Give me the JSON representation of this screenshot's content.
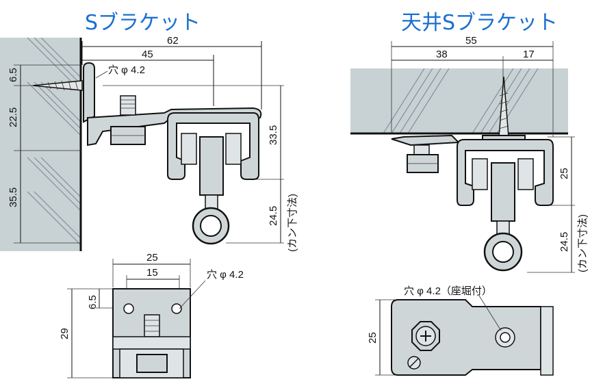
{
  "titles": {
    "left": "Sブラケット",
    "right": "天井Sブラケット"
  },
  "left_side_view": {
    "dim_top_62": "62",
    "dim_top_45": "45",
    "hole_label": "穴 φ 4.2",
    "dim_6_5": "6.5",
    "dim_22_5": "22.5",
    "dim_35_5": "35.5",
    "dim_33_5": "33.5",
    "dim_24_5": "24.5",
    "kan_label": "(カン下寸法)"
  },
  "left_front_view": {
    "dim_25": "25",
    "dim_15": "15",
    "dim_6_5": "6.5",
    "dim_29": "29",
    "hole_label": "穴 φ 4.2"
  },
  "right_side_view": {
    "dim_55": "55",
    "dim_38": "38",
    "dim_17": "17",
    "dim_25": "25",
    "dim_24_5": "24.5",
    "kan_label": "(カン下寸法)"
  },
  "right_top_view": {
    "hole_label": "穴 φ 4.2（座堀付）",
    "dim_25": "25"
  },
  "colors": {
    "title": "#1a6fd1",
    "wall": "#c8d2d5",
    "part": "#cfd6d8"
  }
}
